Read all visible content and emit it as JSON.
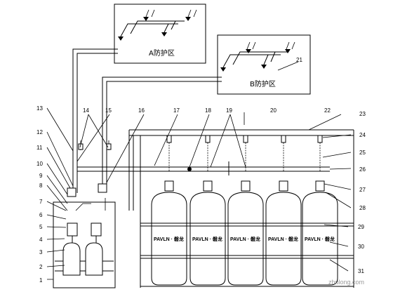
{
  "zones": [
    {
      "id": "a",
      "label": "A防护区"
    },
    {
      "id": "b",
      "label": "B防护区"
    }
  ],
  "callouts": [
    "1",
    "2",
    "3",
    "4",
    "5",
    "6",
    "7",
    "8",
    "9",
    "10",
    "11",
    "12",
    "13",
    "14",
    "15",
    "16",
    "17",
    "18",
    "19",
    "20",
    "21",
    "22",
    "23",
    "24",
    "25",
    "26",
    "27",
    "28",
    "29",
    "30",
    "31"
  ],
  "cylinder_brand": "PAVLN · 磐龙",
  "watermark": "zhulong.com"
}
